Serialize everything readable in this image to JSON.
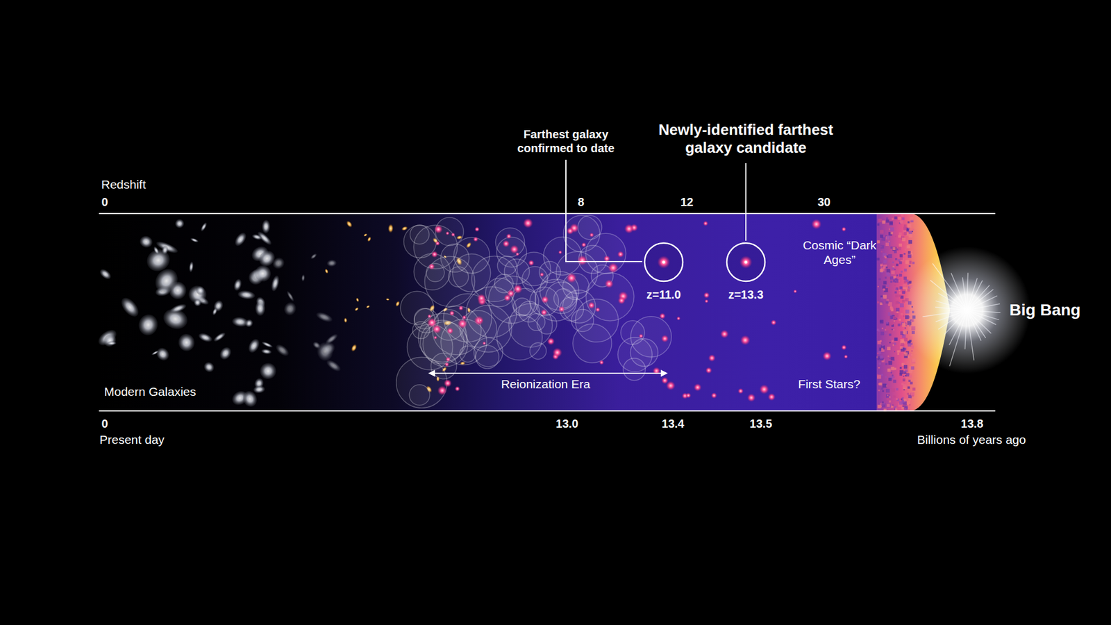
{
  "diagram": {
    "nodes": [
      {
        "text": [
          "z=11.0"
        ]
      },
      {
        "text": [
          "z=13.3"
        ]
      }
    ],
    "labels": [
      "Farthest galaxy confirmed to date",
      "Newly-identified farthest galaxy candidate",
      "Redshift",
      "0",
      "8",
      "12",
      "30",
      "Cosmic “Dark Ages”",
      "First Stars?",
      "Modern Galaxies",
      "Reionization Era",
      "0",
      "Present day",
      "13.0",
      "13.4",
      "13.5",
      "13.8",
      "Billions of years ago",
      "Big Bang"
    ]
  }
}
